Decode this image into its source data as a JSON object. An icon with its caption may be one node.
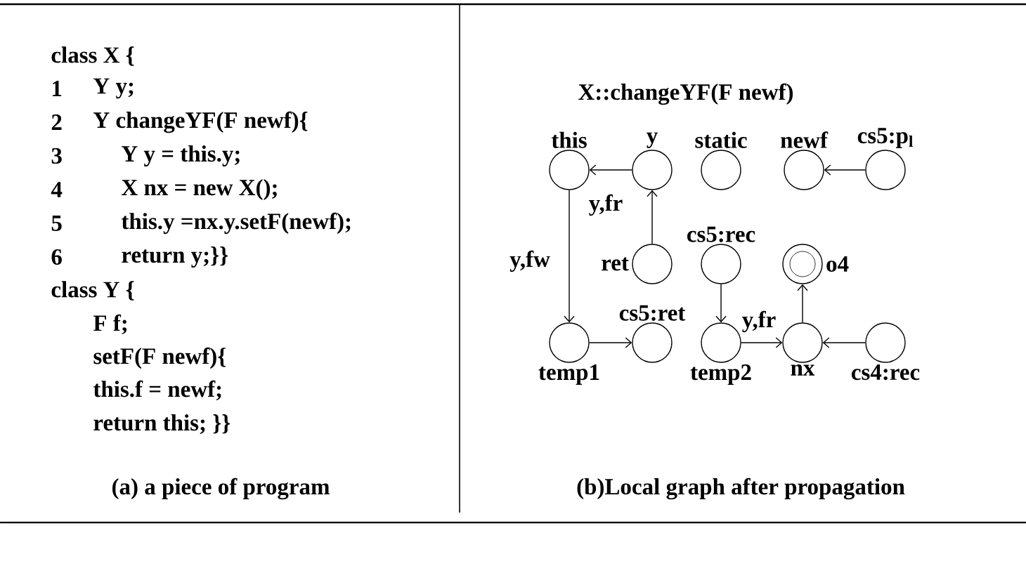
{
  "diagram": {
    "title": "X::changeYF(F newf)",
    "nodes": [
      {
        "text": [
          "this"
        ]
      },
      {
        "text": [
          "y"
        ]
      },
      {
        "text": [
          "static"
        ]
      },
      {
        "text": [
          "newf"
        ]
      },
      {
        "text": [
          "cs5:p$_{l}$"
        ]
      },
      {
        "text": [
          "ret"
        ]
      },
      {
        "text": [
          "cs5:rec"
        ]
      },
      {
        "text": [
          "o4"
        ]
      },
      {
        "text": [
          "temp1"
        ]
      },
      {
        "text": [
          "cs5:ret"
        ]
      },
      {
        "text": [
          "temp2"
        ]
      },
      {
        "text": [
          "nx"
        ]
      },
      {
        "text": [
          "cs4:rec"
        ]
      }
    ],
    "edges": [
      {
        "from": 1,
        "to": 0,
        "arrow": "to",
        "label": "y,fr"
      },
      {
        "from": 4,
        "to": 3,
        "arrow": "to"
      },
      {
        "from": 5,
        "to": 1,
        "arrow": "to"
      },
      {
        "from": 0,
        "to": 8,
        "arrow": "to",
        "label": "y,fw"
      },
      {
        "from": 8,
        "to": 9,
        "arrow": "to"
      },
      {
        "from": 6,
        "to": 10,
        "arrow": "to"
      },
      {
        "from": 10,
        "to": 11,
        "arrow": "to",
        "label": "y,fr"
      },
      {
        "from": 11,
        "to": 7,
        "arrow": "to"
      },
      {
        "from": 12,
        "to": 11,
        "arrow": "to"
      }
    ],
    "labels": [
      "class X {",
      "1",
      "Y y;",
      "2",
      "Y changeYF(F newf){",
      "3",
      "Y y = this.y;",
      "4",
      "X nx = new X();",
      "5",
      "this.y =nx.y.setF(newf);",
      "6",
      "return y;}}",
      "class Y {",
      "F f;",
      "setF(F newf){",
      "this.f = newf;",
      "return this; }}",
      "(a) a piece of program",
      "(b)Local graph after propagation"
    ]
  }
}
